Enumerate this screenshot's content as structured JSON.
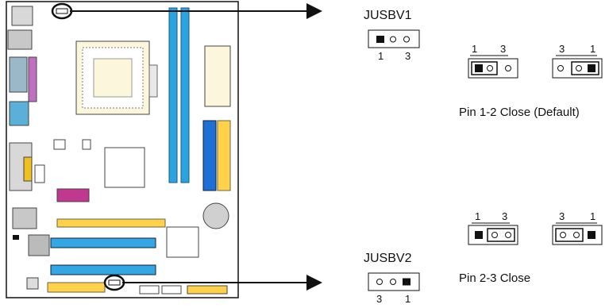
{
  "jumpers": {
    "jusbv1": {
      "title": "JUSBV1",
      "pin_left": "1",
      "pin_right": "3",
      "caption": "Pin 1-2 Close (Default)",
      "left_layout": {
        "label_left": "1",
        "label_right": "3"
      },
      "right_layout": {
        "label_left": "3",
        "label_right": "1"
      }
    },
    "jusbv2": {
      "title": "JUSBV2",
      "pin_left": "3",
      "pin_right": "1",
      "caption": "Pin 2-3 Close",
      "left_layout": {
        "label_left": "1",
        "label_right": "3"
      },
      "right_layout": {
        "label_left": "3",
        "label_right": "1"
      }
    }
  },
  "colors": {
    "ram_slot": "#2aa4e0",
    "agp_slot": "#ffd24a",
    "pci_slot": "#33a6e6",
    "ide_blue": "#1e6fd6",
    "ide_yellow": "#ffd24a",
    "header_magenta": "#c0388f"
  }
}
